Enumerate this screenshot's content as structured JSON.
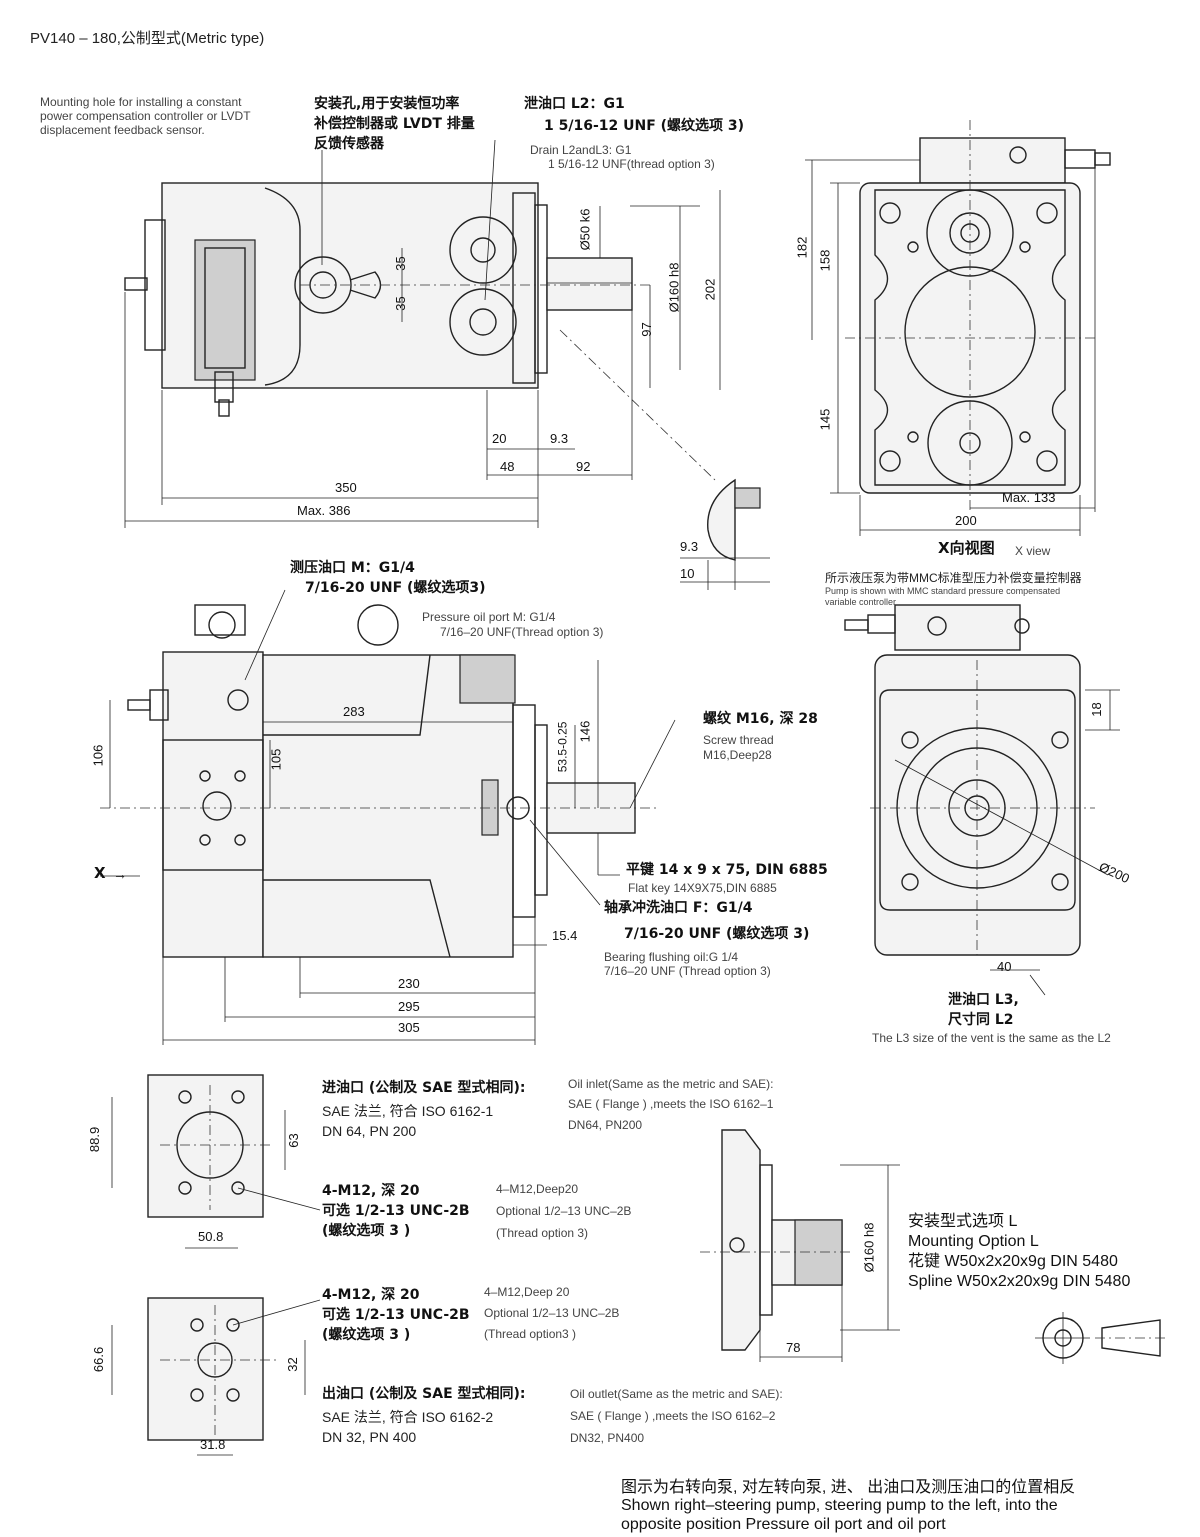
{
  "title": "PV140 – 180,公制型式(Metric type)",
  "top_view": {
    "mount_hole_en": [
      "Mounting hole for installing a constant",
      "power compensation controller or LVDT",
      "displacement feedback sensor."
    ],
    "mount_hole_cn": [
      "安装孔,用于安装恒功率",
      "补偿控制器或 LVDT 排量",
      "反馈传感器"
    ],
    "drain_cn_1": "泄油口 L2：G1",
    "drain_cn_2": "1 5/16-12 UNF (螺纹选项 3)",
    "drain_en_1": "Drain L2andL3: G1",
    "drain_en_2": "1 5/16-12 UNF(thread option 3)",
    "dims": {
      "d35a": "35",
      "d35b": "35",
      "d50k6": "Ø50 k6",
      "d160h8": "Ø160 h8",
      "d202": "202",
      "d97": "97",
      "d20": "20",
      "d9_3": "9.3",
      "d48": "48",
      "d92": "92",
      "d350": "350",
      "dmax386": "Max. 386"
    }
  },
  "key_detail": {
    "d9_3": "9.3",
    "d10": "10"
  },
  "x_view": {
    "dims": {
      "d182": "182",
      "d158": "158",
      "d145": "145",
      "dmax133": "Max. 133",
      "d200": "200"
    },
    "label_cn": "X向视图",
    "label_en": "X view",
    "note_cn": "所示液压泵为带MMC标准型压力补偿变量控制器",
    "note_en_1": "Pump is shown with MMC standard pressure compensated",
    "note_en_2": "variable controller"
  },
  "side_view": {
    "port_m_cn_1": "测压油口 M：G1/4",
    "port_m_cn_2": "7/16-20 UNF (螺纹选项3)",
    "port_m_en_1": "Pressure oil port M: G1/4",
    "port_m_en_2": "7/16–20 UNF(Thread option 3)",
    "screw_cn": "螺纹 M16, 深 28",
    "screw_en_1": "Screw thread",
    "screw_en_2": "M16,Deep28",
    "key_cn": "平键 14 x 9 x 75, DIN 6885",
    "key_en": "Flat key 14X9X75,DIN 6885",
    "flush_cn_1": "轴承冲洗油口 F：G1/4",
    "flush_cn_2": "7/16-20 UNF (螺纹选项 3)",
    "flush_en_1": "Bearing flushing oil:G 1/4",
    "flush_en_2": "7/16–20 UNF (Thread option 3)",
    "x_arrow": "X",
    "dims": {
      "d106": "106",
      "d105": "105",
      "d283": "283",
      "d53_5": "53.5-0.25",
      "d146": "146",
      "d15_4": "15.4",
      "d230": "230",
      "d295": "295",
      "d305": "305"
    }
  },
  "front_view": {
    "dims": {
      "d18": "18",
      "d200": "Ø200",
      "d40": "40"
    },
    "drain_cn_1": "泄油口 L3,",
    "drain_cn_2": "尺寸同 L2",
    "drain_en": "The L3 size of the vent is the same as the L2"
  },
  "inlet": {
    "title_cn": "进油口 (公制及 SAE 型式相同):",
    "line2_cn": "SAE 法兰, 符合 ISO 6162-1",
    "line3": "DN 64, PN 200",
    "title_en": "Oil inlet(Same as the metric and SAE):",
    "line2_en": "SAE ( Flange ) ,meets the ISO 6162–1",
    "line3_en": "DN64, PN200",
    "thread_cn_1": "4-M12, 深 20",
    "thread_cn_2": "可选 1/2-13 UNC-2B",
    "thread_cn_3": "(螺纹选项 3 )",
    "thread_en_1": "4–M12,Deep20",
    "thread_en_2": "Optional 1/2–13 UNC–2B",
    "thread_en_3": "(Thread option 3)",
    "dims": {
      "d88_9": "88.9",
      "d63": "63",
      "d50_8": "50.8"
    }
  },
  "outlet": {
    "thread_cn_1": "4-M12, 深 20",
    "thread_cn_2": "可选 1/2-13 UNC-2B",
    "thread_cn_3": "(螺纹选项 3 )",
    "thread_en_1": "4–M12,Deep 20",
    "thread_en_2": "Optional 1/2–13 UNC–2B",
    "thread_en_3": "(Thread option3 )",
    "title_cn": "出油口 (公制及 SAE 型式相同):",
    "line2_cn": "SAE 法兰, 符合 ISO 6162-2",
    "line3": "DN 32, PN 400",
    "title_en": "Oil outlet(Same as the metric and SAE):",
    "line2_en": "SAE ( Flange ) ,meets the ISO 6162–2",
    "line3_en": "DN32, PN400",
    "dims": {
      "d66_6": "66.6",
      "d32": "32",
      "d31_8": "31.8"
    }
  },
  "option_l": {
    "cn_1": "安装型式选项 L",
    "en_1": "Mounting Option L",
    "cn_2": "花键 W50x2x20x9g DIN 5480",
    "en_2": "Spline W50x2x20x9g DIN 5480",
    "dims": {
      "d160h8": "Ø160 h8",
      "d78": "78"
    }
  },
  "footer": {
    "cn": "图示为右转向泵, 对左转向泵, 进、 出油口及测压油口的位置相反",
    "en_1": "Shown right–steering pump, steering pump to the left, into the",
    "en_2": "opposite position Pressure oil port and oil port"
  }
}
